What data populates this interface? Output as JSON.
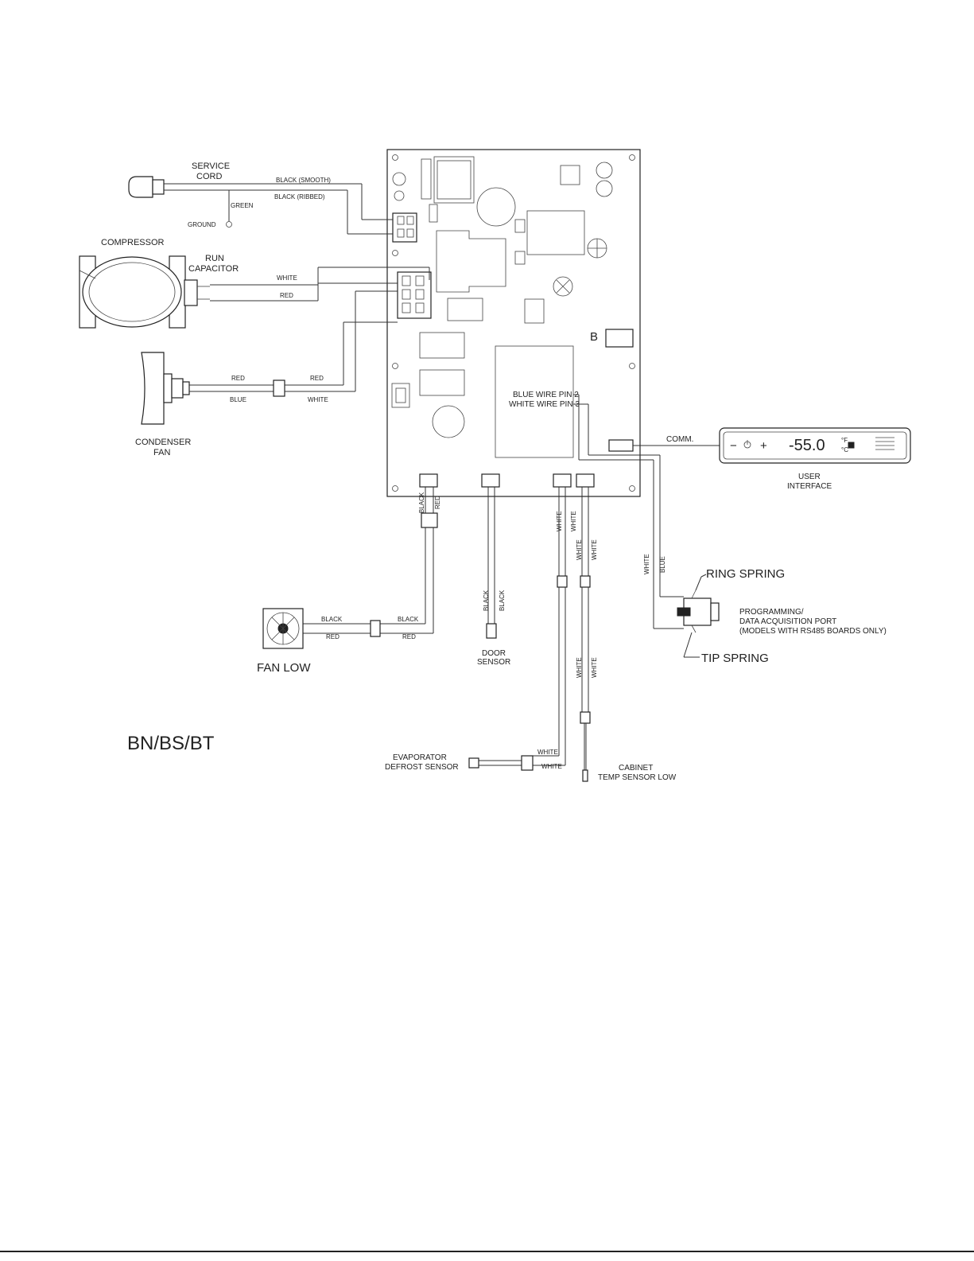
{
  "labels": {
    "service_cord_1": "SERVICE",
    "service_cord_2": "CORD",
    "black_smooth": "BLACK (SMOOTH)",
    "black_ribbed": "BLACK (RIBBED)",
    "green": "GREEN",
    "ground": "GROUND",
    "compressor": "COMPRESSOR",
    "run_cap_1": "RUN",
    "run_cap_2": "CAPACITOR",
    "white_comp": "WHITE",
    "red_comp": "RED",
    "red_fan_left": "RED",
    "red_fan_right": "RED",
    "blue_fan": "BLUE",
    "white_fan": "WHITE",
    "condenser_fan_1": "CONDENSER",
    "condenser_fan_2": "FAN",
    "connector_b": "B",
    "blue_pin": "BLUE WIRE PIN 2",
    "white_pin": "WHITE WIRE PIN 3",
    "comm": "COMM.",
    "user_if_1": "USER",
    "user_if_2": "INTERFACE",
    "display_value": "-55.0",
    "display_unit_f": "°F",
    "display_unit_c": "°C",
    "ui_minus": "−",
    "ui_plus": "+",
    "black_v1": "BLACK",
    "red_v1": "RED",
    "white_v1": "WHITE",
    "white_v2": "WHITE",
    "white_v3": "WHITE",
    "white_v4": "WHITE",
    "white_v5": "WHITE",
    "white_v6": "WHITE",
    "black_door1": "BLACK",
    "black_door2": "BLACK",
    "white_prog": "WHITE",
    "blue_prog": "BLUE",
    "ring_spring": "RING SPRING",
    "prog_1": "PROGRAMMING/",
    "prog_2": "DATA ACQUISITION PORT",
    "prog_3": "(MODELS WITH RS485 BOARDS ONLY)",
    "tip_spring": "TIP SPRING",
    "black_fl1": "BLACK",
    "black_fl2": "BLACK",
    "red_fl1": "RED",
    "red_fl2": "RED",
    "fan_low": "FAN LOW",
    "door_sensor_1": "DOOR",
    "door_sensor_2": "SENSOR",
    "model": "BN/BS/BT",
    "white_evap1": "WHITE",
    "white_evap2": "WHITE",
    "evap_1": "EVAPORATOR",
    "evap_2": "DEFROST SENSOR",
    "cabinet_1": "CABINET",
    "cabinet_2": "TEMP SENSOR LOW"
  }
}
